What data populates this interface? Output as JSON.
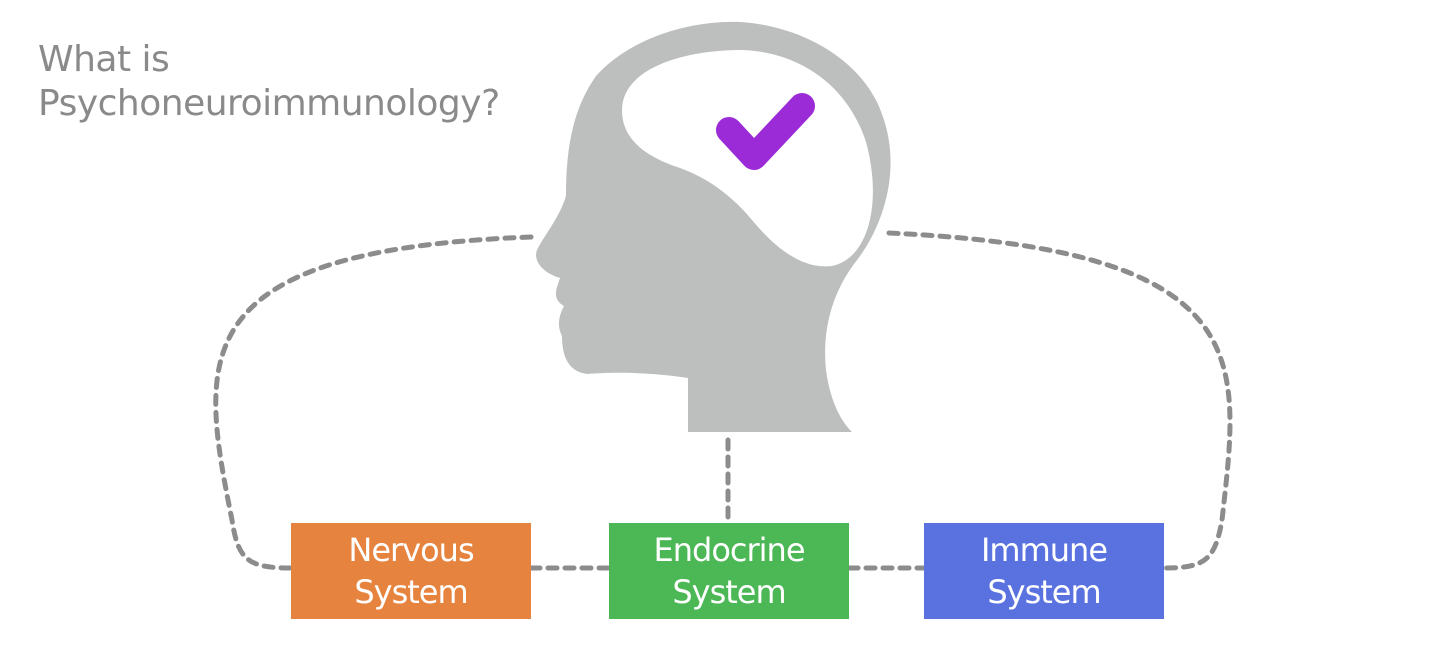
{
  "title": {
    "line1": "What is",
    "line2": "Psychoneuroimmunology?"
  },
  "colors": {
    "title_text": "#8a8a8a",
    "head": "#bdbebe",
    "brain": "#ffffff",
    "check": "#9b2bd6",
    "connector": "#8c8c8c",
    "nervous": "#e6843f",
    "endocrine": "#4cb755",
    "immune": "#5a72e0"
  },
  "icons": {
    "head": "human-head-profile-icon",
    "check": "checkmark-icon"
  },
  "systems": [
    {
      "line1": "Nervous",
      "line2": "System"
    },
    {
      "line1": "Endocrine",
      "line2": "System"
    },
    {
      "line1": "Immune",
      "line2": "System"
    }
  ]
}
